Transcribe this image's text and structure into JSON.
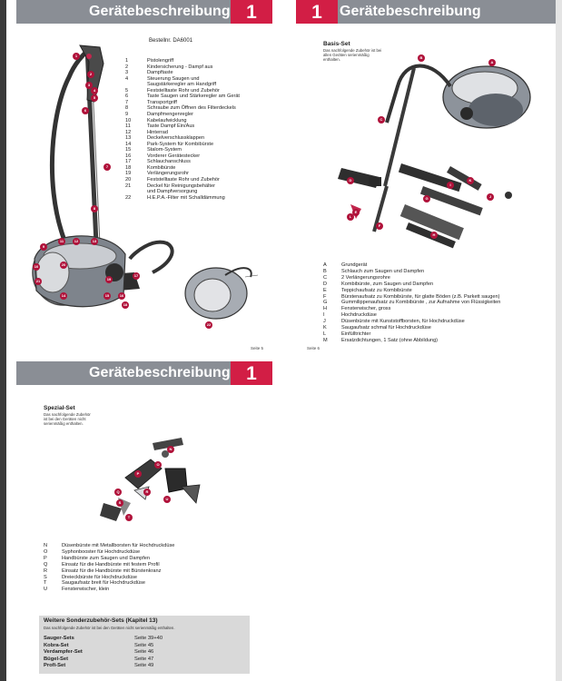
{
  "header": {
    "title": "Gerätebeschreibung",
    "chapter": "1"
  },
  "page1": {
    "order_no": "Bestellnr. DA6001",
    "items": [
      {
        "n": "1",
        "t": "Pistolengriff"
      },
      {
        "n": "2",
        "t": "Kindersicherung - Dampf aus"
      },
      {
        "n": "3",
        "t": "Dampftaste"
      },
      {
        "n": "4",
        "t": "Steuerung Saugen und"
      },
      {
        "n": "",
        "t": "Saugstärkeregler am Handgriff"
      },
      {
        "n": "5",
        "t": "Feststelltaste Rohr und Zubehör"
      },
      {
        "n": "6",
        "t": "Taste Saugen und Stärkeregler am Gerät"
      },
      {
        "n": "7",
        "t": "Transportgriff"
      },
      {
        "n": "8",
        "t": "Schraube zum Öffnen des Filterdeckels"
      },
      {
        "n": "9",
        "t": "Dampfmengenregler"
      },
      {
        "n": "10",
        "t": "Kabelaufwicklung"
      },
      {
        "n": "11",
        "t": "Taste Dampf Ein/Aus"
      },
      {
        "n": "12",
        "t": "Hinterrad"
      },
      {
        "n": "13",
        "t": "Deckelverschlussklappen"
      },
      {
        "n": "14",
        "t": "Park-System für Kombibürste"
      },
      {
        "n": "15",
        "t": "Stalom-System"
      },
      {
        "n": "16",
        "t": "Vorderer Gerätestecker"
      },
      {
        "n": "17",
        "t": "Schlauchanschluss"
      },
      {
        "n": "18",
        "t": "Kombibürste"
      },
      {
        "n": "19",
        "t": "Verlängerungsrohr"
      },
      {
        "n": "20",
        "t": "Feststelltaste Rohr und Zubehör"
      },
      {
        "n": "21",
        "t": "Deckel für Reinigungsbehälter"
      },
      {
        "n": "",
        "t": "und Dampfversorgung"
      },
      {
        "n": "22",
        "t": "H.E.P.A.-Filter mit Schalldämmung"
      }
    ],
    "page_number": "Seite 5",
    "callouts": [
      "1",
      "2",
      "3",
      "4",
      "5",
      "6",
      "7",
      "8",
      "9",
      "10",
      "11",
      "12",
      "13",
      "14",
      "15",
      "16",
      "17",
      "18",
      "19",
      "20",
      "21",
      "22"
    ]
  },
  "page2": {
    "set_title": "Basis-Set",
    "set_note_1": "Das nachfolgende Zubehör ist bei",
    "set_note_2": "allen Geräten serienmäßig",
    "set_note_3": "enthalten.",
    "items": [
      {
        "n": "A",
        "t": "Grundgerät"
      },
      {
        "n": "B",
        "t": "Schlauch zum Saugen und Dampfen"
      },
      {
        "n": "C",
        "t": "2 Verlängerungsrohre"
      },
      {
        "n": "D",
        "t": "Kombibürste, zum Saugen und Dampfen"
      },
      {
        "n": "E",
        "t": "Teppichaufsatz zu Kombibürste"
      },
      {
        "n": "F",
        "t": "Bürstenaufsatz zu Kombibürste, für glatte Böden (z.B. Parkett saugen)"
      },
      {
        "n": "G",
        "t": "Gummilippenaufsatz zu Kombibürste , zur Aufnahme von Flüssigkeiten"
      },
      {
        "n": "H",
        "t": "Fensterwischer, gross"
      },
      {
        "n": "I",
        "t": "Hochdruckdüse"
      },
      {
        "n": "J",
        "t": "Düsenbürste mit Kunststoffborsten, für Hochdruckdüse"
      },
      {
        "n": "K",
        "t": "Saugaufsatz schmal für Hochdruckdüse"
      },
      {
        "n": "L",
        "t": "Einfülltrichter"
      },
      {
        "n": "M",
        "t": "Ersatzdichtungen, 1 Satz (ohne Abbildung)"
      }
    ],
    "page_number": "Seite 6",
    "callouts": [
      "A",
      "B",
      "C",
      "D",
      "E",
      "F",
      "G",
      "H",
      "I",
      "J",
      "K",
      "L"
    ]
  },
  "page3": {
    "set_title": "Spezial-Set",
    "set_note_1": "Das nachfolgende Zubehör",
    "set_note_2": "ist bei den Geräten nicht",
    "set_note_3": "serienmäßig enthalten.",
    "items": [
      {
        "n": "N",
        "t": "Düsenbürste mit Metallborsten für Hochdruckdüse"
      },
      {
        "n": "O",
        "t": "Syphonbooster für Hochdruckdüse"
      },
      {
        "n": "P",
        "t": "Handbürste zum Saugen und Dampfen"
      },
      {
        "n": "Q",
        "t": "Einsatz für die Handbürste mit festem Profil"
      },
      {
        "n": "R",
        "t": "Einsatz für die Handbürste mit Bürstenkranz"
      },
      {
        "n": "S",
        "t": "Dreieckbürste für Hochdruckdüse"
      },
      {
        "n": "T",
        "t": "Saugaufsatz breit für Hochdruckdüse"
      },
      {
        "n": "U",
        "t": "Fensterwischer, klein"
      }
    ],
    "callouts": [
      "N",
      "O",
      "P",
      "Q",
      "R",
      "S",
      "T",
      "U"
    ],
    "more": {
      "title": "Weitere Sonderzubehör-Sets (Kapitel 13)",
      "note": "Das nachfolgende Zubehör ist bei den Geräten nicht serienmäßig enthalten.",
      "rows": [
        {
          "name": "Sauger-Sets",
          "page": "Seite 39+40"
        },
        {
          "name": "Kobra-Set",
          "page": "Seite 45"
        },
        {
          "name": "Verdampfer-Set",
          "page": "Seite 46"
        },
        {
          "name": "Bügel-Set",
          "page": "Seite 47"
        },
        {
          "name": "Profi-Set",
          "page": "Seite 49"
        }
      ]
    }
  },
  "colors": {
    "header_gray": "#8a8e95",
    "chapter_red": "#d21e45",
    "callout": "#b0123a"
  }
}
